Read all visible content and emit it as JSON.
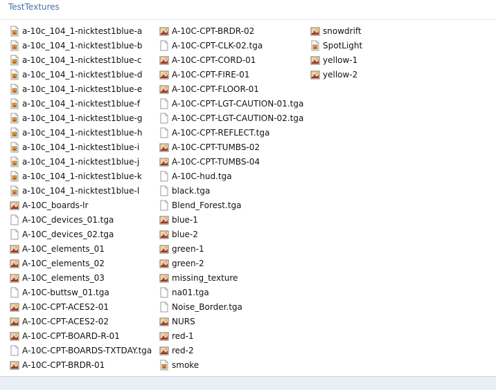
{
  "window": {
    "title": "TestTextures"
  },
  "columns": [
    [
      {
        "label": "a-10c_104_1-nicktest1blue-a",
        "icon": "texture-file-icon"
      },
      {
        "label": "a-10c_104_1-nicktest1blue-b",
        "icon": "texture-file-icon"
      },
      {
        "label": "a-10c_104_1-nicktest1blue-c",
        "icon": "texture-file-icon"
      },
      {
        "label": "a-10c_104_1-nicktest1blue-d",
        "icon": "texture-file-icon"
      },
      {
        "label": "a-10c_104_1-nicktest1blue-e",
        "icon": "texture-file-icon"
      },
      {
        "label": "a-10c_104_1-nicktest1blue-f",
        "icon": "texture-file-icon"
      },
      {
        "label": "a-10c_104_1-nicktest1blue-g",
        "icon": "texture-file-icon"
      },
      {
        "label": "a-10c_104_1-nicktest1blue-h",
        "icon": "texture-file-icon"
      },
      {
        "label": "a-10c_104_1-nicktest1blue-i",
        "icon": "texture-file-icon"
      },
      {
        "label": "a-10c_104_1-nicktest1blue-j",
        "icon": "texture-file-icon"
      },
      {
        "label": "a-10c_104_1-nicktest1blue-k",
        "icon": "texture-file-icon"
      },
      {
        "label": "a-10c_104_1-nicktest1blue-l",
        "icon": "texture-file-icon"
      },
      {
        "label": "A-10C_boards-lr",
        "icon": "image-file-icon"
      },
      {
        "label": "A-10C_devices_01.tga",
        "icon": "blank-file-icon"
      },
      {
        "label": "A-10C_devices_02.tga",
        "icon": "blank-file-icon"
      },
      {
        "label": "A-10C_elements_01",
        "icon": "image-file-icon"
      },
      {
        "label": "A-10C_elements_02",
        "icon": "image-file-icon"
      },
      {
        "label": "A-10C_elements_03",
        "icon": "image-file-icon"
      },
      {
        "label": "A-10C-buttsw_01.tga",
        "icon": "blank-file-icon"
      },
      {
        "label": "A-10C-CPT-ACES2-01",
        "icon": "image-file-icon"
      },
      {
        "label": "A-10C-CPT-ACES2-02",
        "icon": "image-file-icon"
      },
      {
        "label": "A-10C-CPT-BOARD-R-01",
        "icon": "image-file-icon"
      },
      {
        "label": "A-10C-CPT-BOARDS-TXTDAY.tga",
        "icon": "blank-file-icon"
      },
      {
        "label": "A-10C-CPT-BRDR-01",
        "icon": "image-file-icon"
      }
    ],
    [
      {
        "label": "A-10C-CPT-BRDR-02",
        "icon": "image-file-icon"
      },
      {
        "label": "A-10C-CPT-CLK-02.tga",
        "icon": "blank-file-icon"
      },
      {
        "label": "A-10C-CPT-CORD-01",
        "icon": "image-file-icon"
      },
      {
        "label": "A-10C-CPT-FIRE-01",
        "icon": "image-file-icon"
      },
      {
        "label": "A-10C-CPT-FLOOR-01",
        "icon": "image-file-icon"
      },
      {
        "label": "A-10C-CPT-LGT-CAUTION-01.tga",
        "icon": "blank-file-icon"
      },
      {
        "label": "A-10C-CPT-LGT-CAUTION-02.tga",
        "icon": "blank-file-icon"
      },
      {
        "label": "A-10C-CPT-REFLECT.tga",
        "icon": "blank-file-icon"
      },
      {
        "label": "A-10C-CPT-TUMBS-02",
        "icon": "image-file-icon"
      },
      {
        "label": "A-10C-CPT-TUMBS-04",
        "icon": "image-file-icon"
      },
      {
        "label": "A-10C-hud.tga",
        "icon": "blank-file-icon"
      },
      {
        "label": "black.tga",
        "icon": "blank-file-icon"
      },
      {
        "label": "Blend_Forest.tga",
        "icon": "blank-file-icon"
      },
      {
        "label": "blue-1",
        "icon": "image-file-icon"
      },
      {
        "label": "blue-2",
        "icon": "image-file-icon"
      },
      {
        "label": "green-1",
        "icon": "image-file-icon"
      },
      {
        "label": "green-2",
        "icon": "image-file-icon"
      },
      {
        "label": "missing_texture",
        "icon": "image-file-icon"
      },
      {
        "label": "na01.tga",
        "icon": "blank-file-icon"
      },
      {
        "label": "Noise_Border.tga",
        "icon": "blank-file-icon"
      },
      {
        "label": "NURS",
        "icon": "image-file-icon"
      },
      {
        "label": "red-1",
        "icon": "image-file-icon"
      },
      {
        "label": "red-2",
        "icon": "image-file-icon"
      },
      {
        "label": "smoke",
        "icon": "texture-file-icon"
      }
    ],
    [
      {
        "label": "snowdrift",
        "icon": "image-file-icon"
      },
      {
        "label": "SpotLight",
        "icon": "texture-file-icon"
      },
      {
        "label": "yellow-1",
        "icon": "image-file-icon"
      },
      {
        "label": "yellow-2",
        "icon": "image-file-icon"
      }
    ]
  ],
  "colors": {
    "title_text": "#4a6fa5",
    "panel_background": "#ffffff",
    "window_background": "#eef2f8"
  }
}
